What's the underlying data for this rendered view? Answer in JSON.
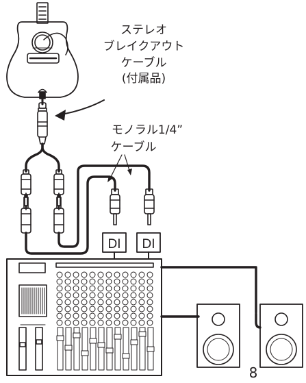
{
  "breakout_label": {
    "line1": "ステレオ",
    "line2": "ブレイクアウト",
    "line3": "ケーブル",
    "line4": "(付属品)"
  },
  "mono_label": {
    "line1": "モノラル1/4”",
    "line2": "ケーブル"
  },
  "di_label": "DI",
  "page_number": "8",
  "colors": {
    "ink": "#231f20",
    "background": "#ffffff"
  },
  "icons": [
    "guitar-icon",
    "di-box-icon",
    "mixer-icon",
    "speaker-icon",
    "jack-plug-icon"
  ]
}
